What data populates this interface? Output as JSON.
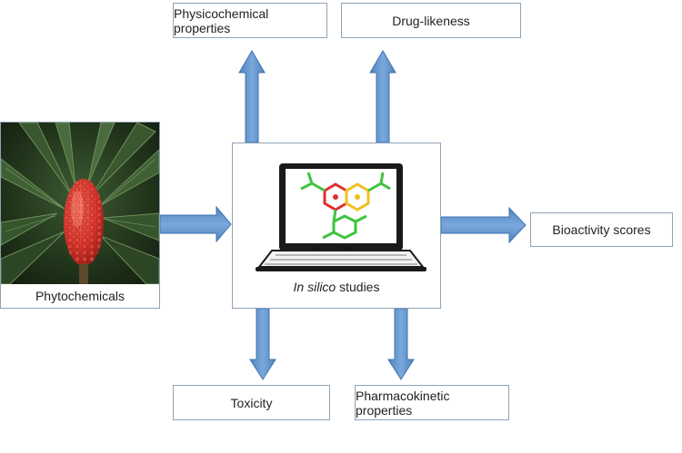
{
  "nodes": {
    "physicochemical": "Physicochemical properties",
    "drug_likeness": "Drug-likeness",
    "bioactivity": "Bioactivity scores",
    "toxicity": "Toxicity",
    "pharmacokinetic": "Pharmacokinetic properties",
    "phytochemicals": "Phytochemicals"
  },
  "center": {
    "caption_italic": "In silico",
    "caption_rest": " studies",
    "screen_label": "In silico"
  },
  "colors": {
    "arrow": "#5b8fc9",
    "arrow_edge": "#3f73ad",
    "box_border": "#8fa3b5"
  }
}
